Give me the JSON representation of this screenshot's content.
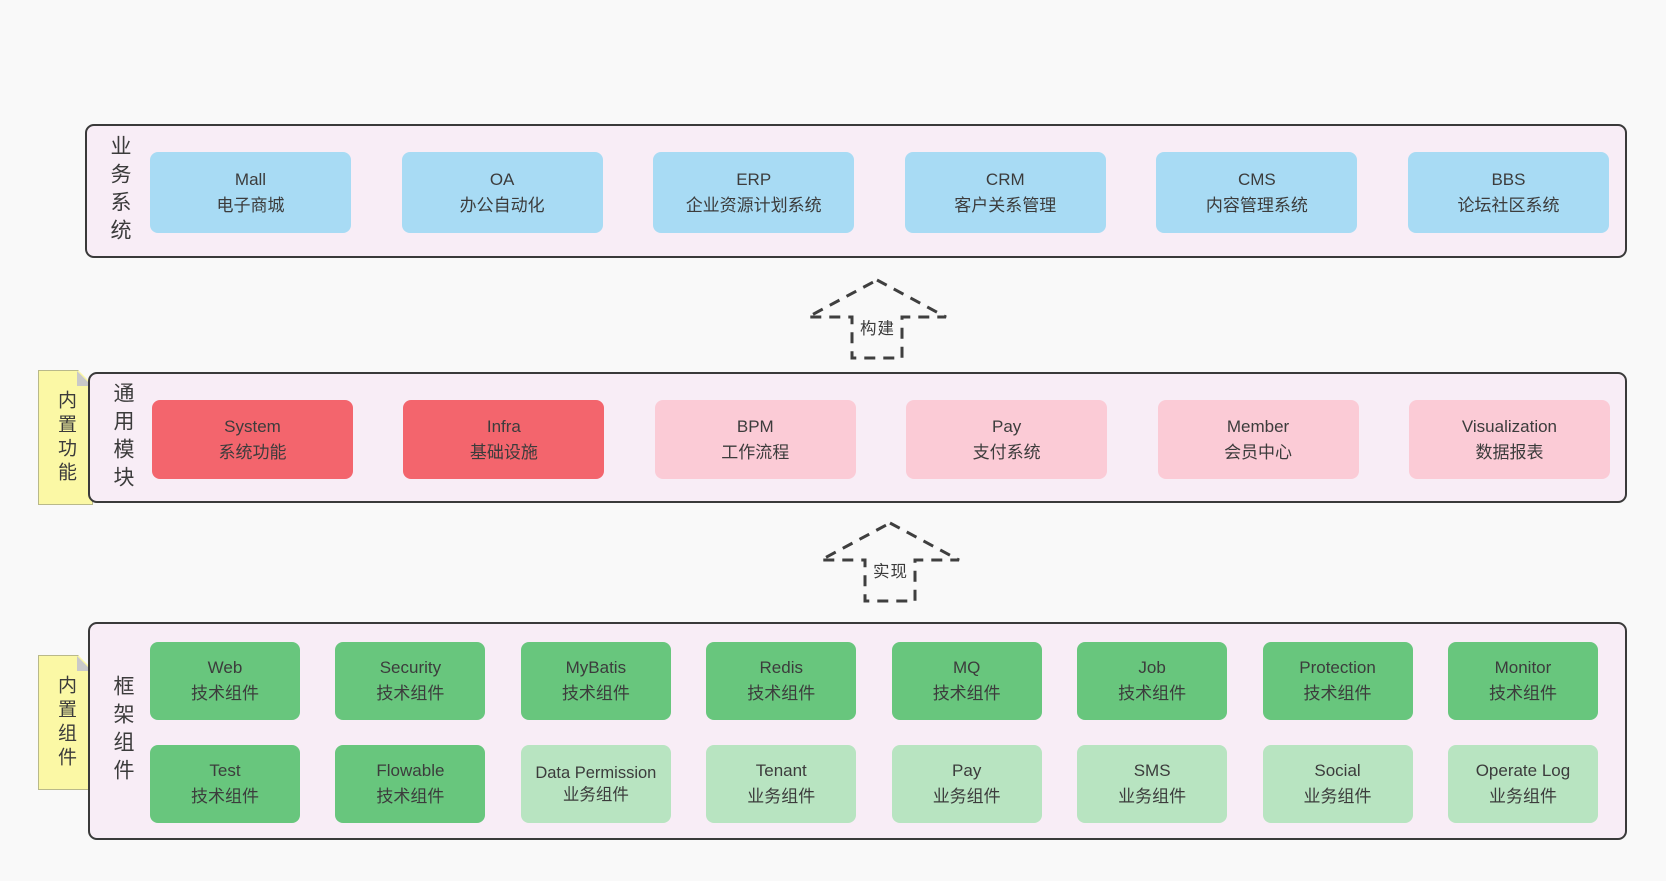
{
  "page": {
    "background": "#f9f9f9"
  },
  "palette": {
    "container_bg": "#f8edf6",
    "container_border": "#3a3a3a",
    "blue": "#a8dbf4",
    "red": "#f3656d",
    "pink": "#fbcbd6",
    "green": "#68c67d",
    "light_green": "#b8e4c1",
    "sticky_yellow": "#fbf8a5",
    "text": "#3b3b3b"
  },
  "arrows": [
    {
      "label": "构建"
    },
    {
      "label": "实现"
    }
  ],
  "rows": [
    {
      "vertical_label": "业务系统",
      "boxes": [
        {
          "title": "Mall",
          "subtitle": "电子商城",
          "variant": "blue"
        },
        {
          "title": "OA",
          "subtitle": "办公自动化",
          "variant": "blue"
        },
        {
          "title": "ERP",
          "subtitle": "企业资源计划系统",
          "variant": "blue"
        },
        {
          "title": "CRM",
          "subtitle": "客户关系管理",
          "variant": "blue"
        },
        {
          "title": "CMS",
          "subtitle": "内容管理系统",
          "variant": "blue"
        },
        {
          "title": "BBS",
          "subtitle": "论坛社区系统",
          "variant": "blue"
        }
      ]
    },
    {
      "vertical_label": "通用模块",
      "sticky_note": "内置功能",
      "boxes": [
        {
          "title": "System",
          "subtitle": "系统功能",
          "variant": "red"
        },
        {
          "title": "Infra",
          "subtitle": "基础设施",
          "variant": "red"
        },
        {
          "title": "BPM",
          "subtitle": "工作流程",
          "variant": "pink"
        },
        {
          "title": "Pay",
          "subtitle": "支付系统",
          "variant": "pink"
        },
        {
          "title": "Member",
          "subtitle": "会员中心",
          "variant": "pink"
        },
        {
          "title": "Visualization",
          "subtitle": "数据报表",
          "variant": "pink"
        }
      ]
    },
    {
      "vertical_label": "框架组件",
      "sticky_note": "内置组件",
      "box_rows": [
        [
          {
            "title": "Web",
            "subtitle": "技术组件",
            "variant": "green"
          },
          {
            "title": "Security",
            "subtitle": "技术组件",
            "variant": "green"
          },
          {
            "title": "MyBatis",
            "subtitle": "技术组件",
            "variant": "green"
          },
          {
            "title": "Redis",
            "subtitle": "技术组件",
            "variant": "green"
          },
          {
            "title": "MQ",
            "subtitle": "技术组件",
            "variant": "green"
          },
          {
            "title": "Job",
            "subtitle": "技术组件",
            "variant": "green"
          },
          {
            "title": "Protection",
            "subtitle": "技术组件",
            "variant": "green"
          },
          {
            "title": "Monitor",
            "subtitle": "技术组件",
            "variant": "green"
          }
        ],
        [
          {
            "title": "Test",
            "subtitle": "技术组件",
            "variant": "green"
          },
          {
            "title": "Flowable",
            "subtitle": "技术组件",
            "variant": "green"
          },
          {
            "title": "Data Permission",
            "subtitle": "业务组件",
            "variant": "light-green"
          },
          {
            "title": "Tenant",
            "subtitle": "业务组件",
            "variant": "light-green"
          },
          {
            "title": "Pay",
            "subtitle": "业务组件",
            "variant": "light-green"
          },
          {
            "title": "SMS",
            "subtitle": "业务组件",
            "variant": "light-green"
          },
          {
            "title": "Social",
            "subtitle": "业务组件",
            "variant": "light-green"
          },
          {
            "title": "Operate Log",
            "subtitle": "业务组件",
            "variant": "light-green"
          }
        ]
      ]
    }
  ]
}
